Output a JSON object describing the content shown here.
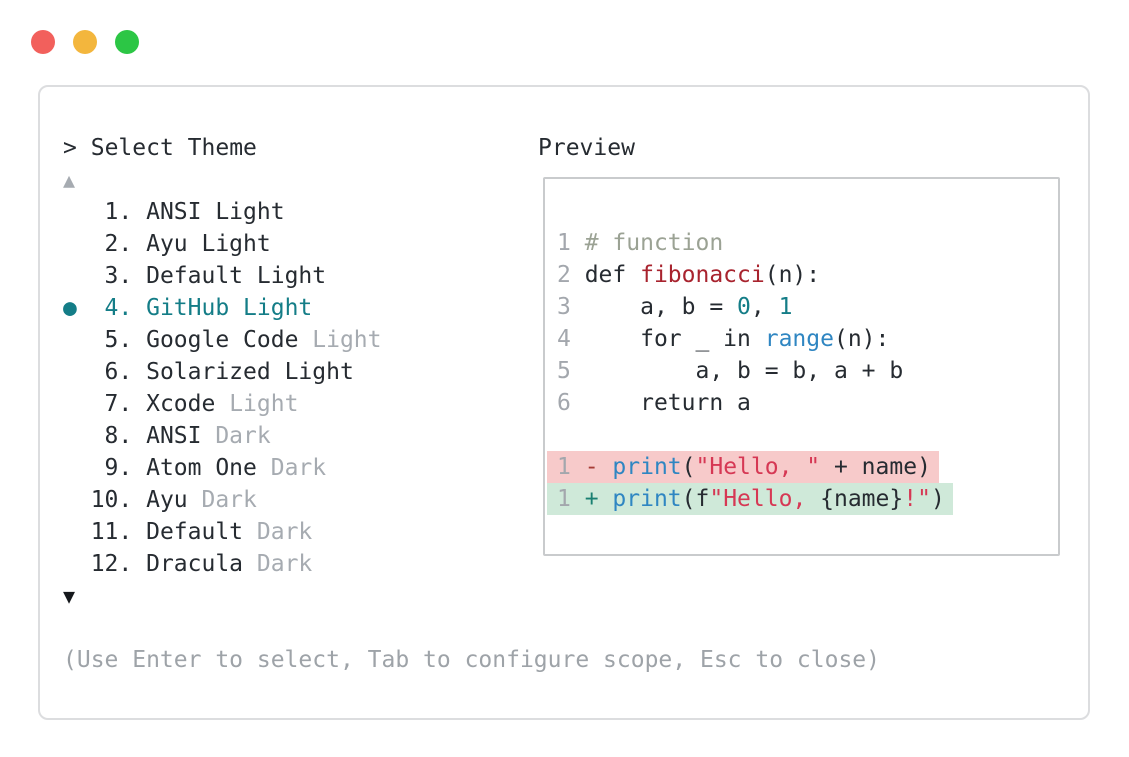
{
  "colors": {
    "accent": "#147d87",
    "tl-red": "#f2605c",
    "tl-yellow": "#f3b63d",
    "tl-green": "#2cc645",
    "bg-removed": "#f7caca",
    "bg-added": "#cfe9d9"
  },
  "traffic_lights": [
    {
      "name": "close",
      "color_key": "tl-red"
    },
    {
      "name": "minimize",
      "color_key": "tl-yellow"
    },
    {
      "name": "zoom",
      "color_key": "tl-green"
    }
  ],
  "header": {
    "prompt_symbol": ">",
    "title": "Select Theme"
  },
  "scroll": {
    "up_indicator": "▲",
    "down_indicator": "▼"
  },
  "theme_list": {
    "selected_indicator": "●",
    "items": [
      {
        "number": "1",
        "name": "ANSI Light",
        "variant": "",
        "selected": false
      },
      {
        "number": "2",
        "name": "Ayu Light",
        "variant": "",
        "selected": false
      },
      {
        "number": "3",
        "name": "Default Light",
        "variant": "",
        "selected": false
      },
      {
        "number": "4",
        "name": "GitHub Light",
        "variant": "",
        "selected": true
      },
      {
        "number": "5",
        "name": "Google Code",
        "variant": "Light",
        "selected": false
      },
      {
        "number": "6",
        "name": "Solarized Light",
        "variant": "",
        "selected": false
      },
      {
        "number": "7",
        "name": "Xcode",
        "variant": "Light",
        "selected": false
      },
      {
        "number": "8",
        "name": "ANSI",
        "variant": "Dark",
        "selected": false
      },
      {
        "number": "9",
        "name": "Atom One",
        "variant": "Dark",
        "selected": false
      },
      {
        "number": "10",
        "name": "Ayu",
        "variant": "Dark",
        "selected": false
      },
      {
        "number": "11",
        "name": "Default",
        "variant": "Dark",
        "selected": false
      },
      {
        "number": "12",
        "name": "Dracula",
        "variant": "Dark",
        "selected": false
      }
    ]
  },
  "preview": {
    "label": "Preview",
    "code_lines": [
      {
        "ln": "1",
        "tokens": [
          {
            "t": "# function",
            "c": "cm"
          }
        ]
      },
      {
        "ln": "2",
        "tokens": [
          {
            "t": "def ",
            "c": "pl"
          },
          {
            "t": "fibonacci",
            "c": "fn"
          },
          {
            "t": "(n):",
            "c": "pl"
          }
        ]
      },
      {
        "ln": "3",
        "tokens": [
          {
            "t": "    a, b = ",
            "c": "pl"
          },
          {
            "t": "0",
            "c": "nm"
          },
          {
            "t": ", ",
            "c": "pl"
          },
          {
            "t": "1",
            "c": "nm"
          }
        ]
      },
      {
        "ln": "4",
        "tokens": [
          {
            "t": "    for _ in ",
            "c": "pl"
          },
          {
            "t": "range",
            "c": "fc"
          },
          {
            "t": "(n):",
            "c": "pl"
          }
        ]
      },
      {
        "ln": "5",
        "tokens": [
          {
            "t": "        a, b = b, a + b",
            "c": "pl"
          }
        ]
      },
      {
        "ln": "6",
        "tokens": [
          {
            "t": "    return a",
            "c": "pl"
          }
        ]
      },
      {
        "blank": true
      },
      {
        "ln": "1",
        "diff": "removed",
        "tokens": [
          {
            "t": "- ",
            "c": "dm"
          },
          {
            "t": "print",
            "c": "fc"
          },
          {
            "t": "(",
            "c": "pl"
          },
          {
            "t": "\"Hello, \"",
            "c": "st"
          },
          {
            "t": " + name)",
            "c": "pl"
          }
        ]
      },
      {
        "ln": "1",
        "diff": "added",
        "tokens": [
          {
            "t": "+ ",
            "c": "dp"
          },
          {
            "t": "print",
            "c": "fc"
          },
          {
            "t": "(f",
            "c": "pl"
          },
          {
            "t": "\"Hello, ",
            "c": "st"
          },
          {
            "t": "{name}",
            "c": "pl"
          },
          {
            "t": "!\"",
            "c": "st"
          },
          {
            "t": ")",
            "c": "pl"
          }
        ]
      }
    ]
  },
  "footer": {
    "hint": "(Use Enter to select, Tab to configure scope, Esc to close)"
  }
}
